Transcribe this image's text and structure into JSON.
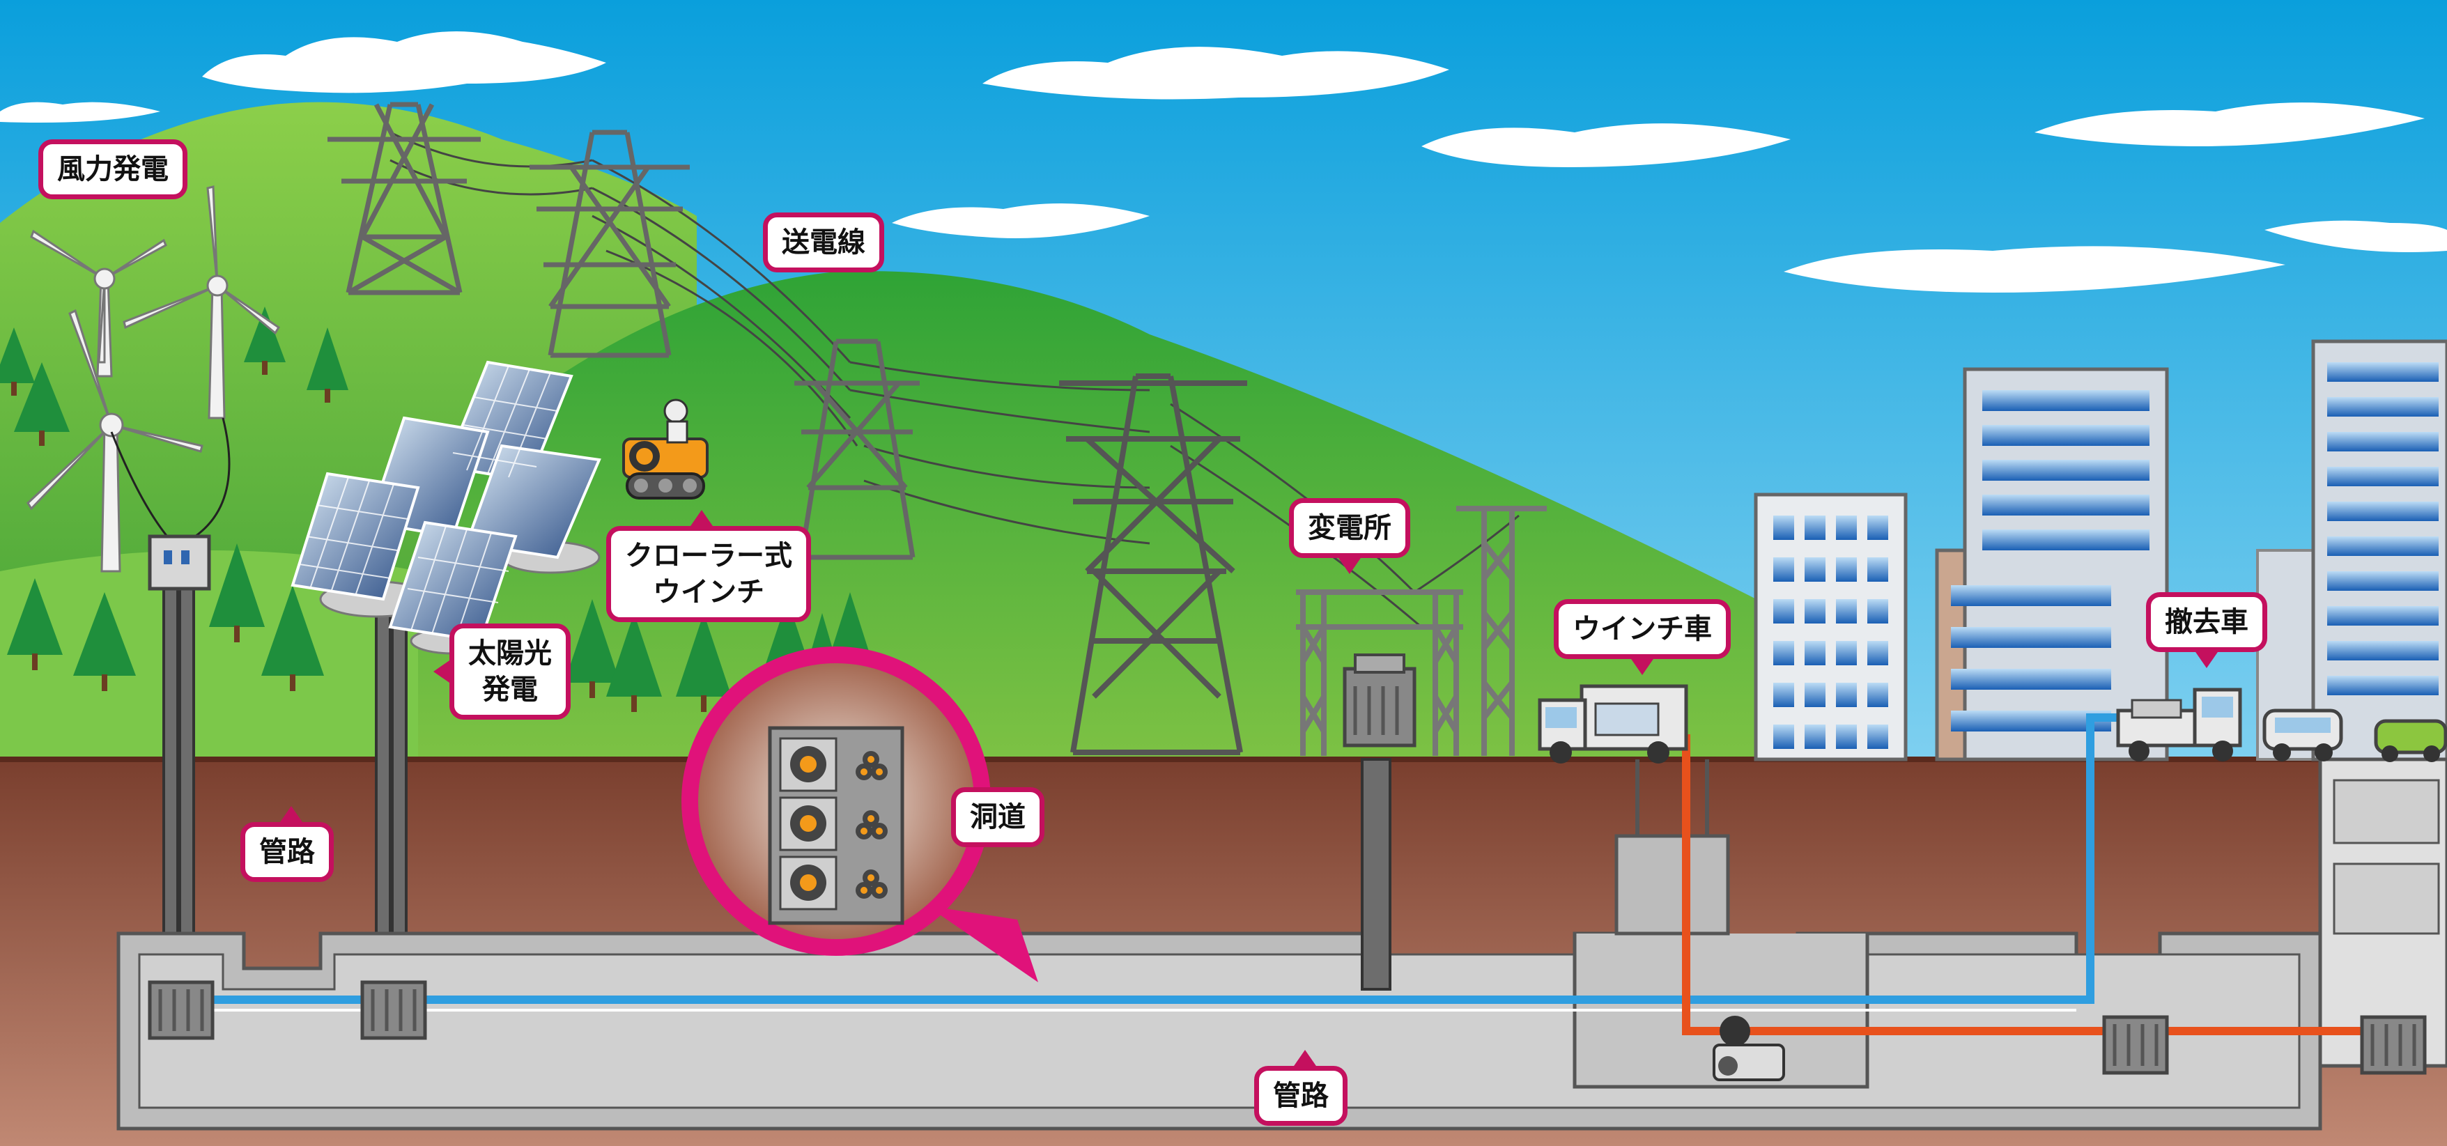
{
  "labels": {
    "wind_power": "風力発電",
    "transmission_line": "送電線",
    "crawler_winch": [
      "クローラー式",
      "ウインチ"
    ],
    "solar_power": [
      "太陽光",
      "発電"
    ],
    "substation": "変電所",
    "winch_truck": "ウインチ車",
    "removal_truck": "撤去車",
    "conduit_left": "管路",
    "tunnel": "洞道",
    "conduit_bottom": "管路"
  },
  "colors": {
    "sky": "#0aa8df",
    "ground": "#8b4a35",
    "hill": "#4fb33b",
    "callout_border": "#c4105e",
    "cable_blue": "#2f9ee0",
    "cable_orange": "#e8511c",
    "conduit_gray": "#b9b9b9"
  },
  "icons": [
    "wind-turbine-icon",
    "solar-panel-icon",
    "transmission-tower-icon",
    "crawler-winch-icon",
    "substation-icon",
    "transformer-icon",
    "winch-truck-icon",
    "removal-truck-icon",
    "building-icon",
    "tree-icon",
    "cloud-icon",
    "tunnel-cross-section-icon"
  ]
}
